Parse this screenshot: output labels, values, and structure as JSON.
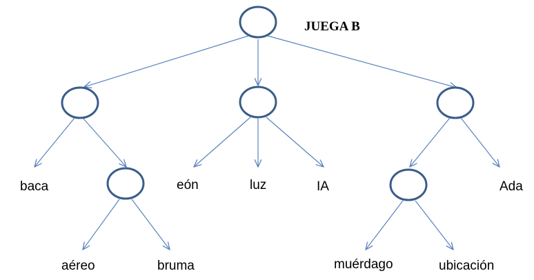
{
  "title": "JUEGA B",
  "colors": {
    "node_stroke": "#3a5d8a",
    "edge": "#5b82bf",
    "text": "#000000",
    "background": "#ffffff"
  },
  "leaves": {
    "baca": "baca",
    "aereo": "aéreo",
    "bruma": "bruma",
    "eon": "eón",
    "luz": "luz",
    "ia": "IA",
    "muerdago": "muérdago",
    "ubicacion": "ubicación",
    "ada": "Ada"
  }
}
